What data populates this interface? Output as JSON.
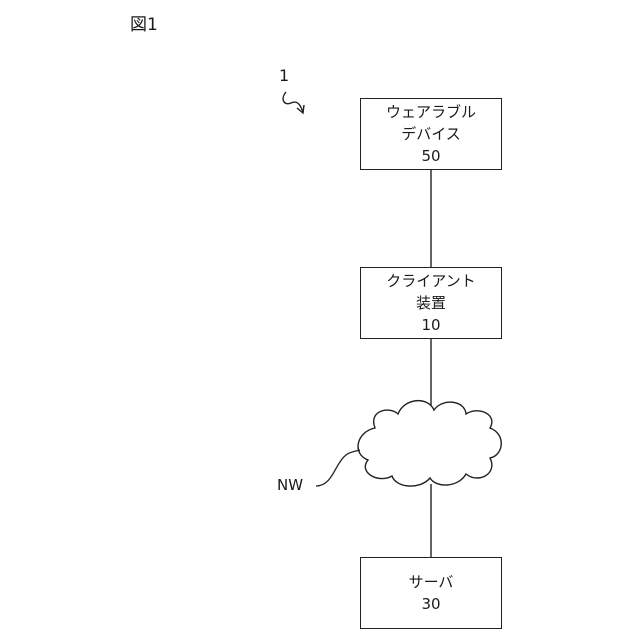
{
  "figure": {
    "title": "図1",
    "system_number": "1"
  },
  "nodes": {
    "wearable": {
      "line1": "ウェアラブル",
      "line2": "デバイス",
      "number": "50"
    },
    "client": {
      "line1": "クライアント",
      "line2": "装置",
      "number": "10"
    },
    "server": {
      "line1": "サーバ",
      "number": "30"
    }
  },
  "network": {
    "label": "NW"
  }
}
